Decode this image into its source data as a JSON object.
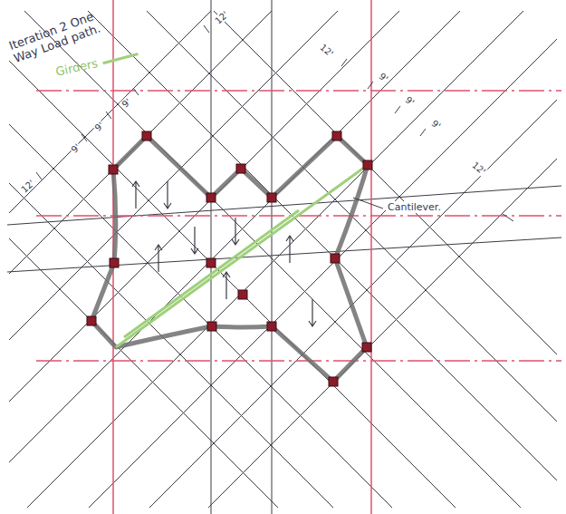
{
  "diagram": {
    "title": "Iteration 2 One Way Load path.",
    "labels": [
      "Cantilever.",
      "12'",
      "9'",
      "9'",
      "9'",
      "12'",
      "12'",
      "9'",
      "9'",
      "9'",
      "12'"
    ],
    "legend": [
      {
        "text": "Girders"
      }
    ]
  }
}
